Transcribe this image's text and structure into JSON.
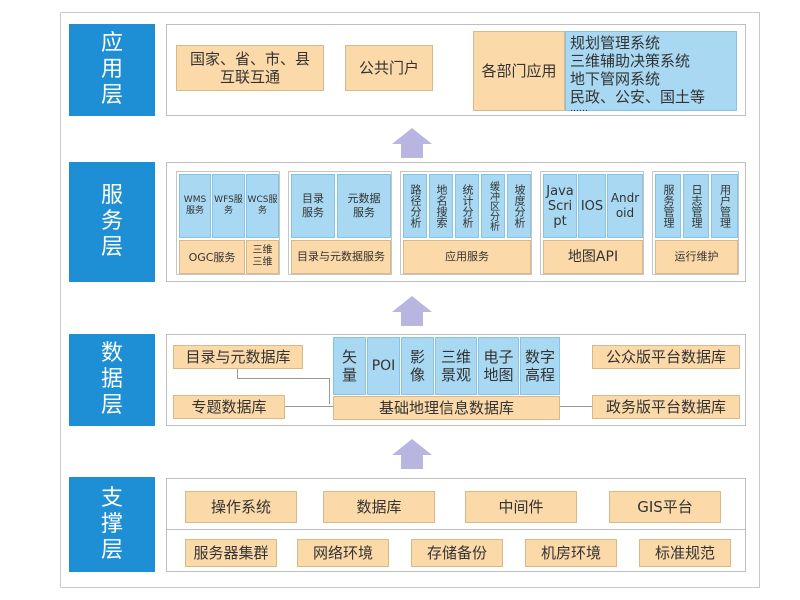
{
  "layers": {
    "application": "应用层",
    "service": "服务层",
    "data": "数据层",
    "support": "支撑层"
  },
  "application": {
    "national": "国家、省、市、县\n互联互通",
    "portal": "公共门户",
    "departments": "各部门应用",
    "systems": [
      "规划管理系统",
      "三维辅助决策系统",
      "地下管网系统",
      "民政、公安、国土等"
    ],
    "ellipsis": "……"
  },
  "service": {
    "ogc_items": [
      "WMS服务",
      "WFS服务",
      "WCS服务"
    ],
    "ogc_label": "OGC服务",
    "three_d": "三维",
    "three_d_2": "三维",
    "catalog_items": [
      "目录服务",
      "元数据服务"
    ],
    "catalog_label": "目录与元数据服务",
    "app_items": [
      "路径分析",
      "地名搜索",
      "统计分析",
      "缓冲区分析",
      "坡度分析"
    ],
    "app_label": "应用服务",
    "api_items": [
      "Java Script",
      "IOS",
      "Android"
    ],
    "api_label": "地图API",
    "ops_items": [
      "服务管理",
      "日志管理",
      "用户管理"
    ],
    "ops_label": "运行维护"
  },
  "data": {
    "catalog_db": "目录与元数据库",
    "thematic_db": "专题数据库",
    "base_items": [
      "矢量",
      "POI",
      "影像",
      "三维景观",
      "电子地图",
      "数字高程"
    ],
    "base_db": "基础地理信息数据库",
    "public_db": "公众版平台数据库",
    "gov_db": "政务版平台数据库"
  },
  "support": {
    "row1": [
      "操作系统",
      "数据库",
      "中间件",
      "GIS平台"
    ],
    "row2": [
      "服务器集群",
      "网络环境",
      "存储备份",
      "机房环境",
      "标准规范"
    ]
  }
}
